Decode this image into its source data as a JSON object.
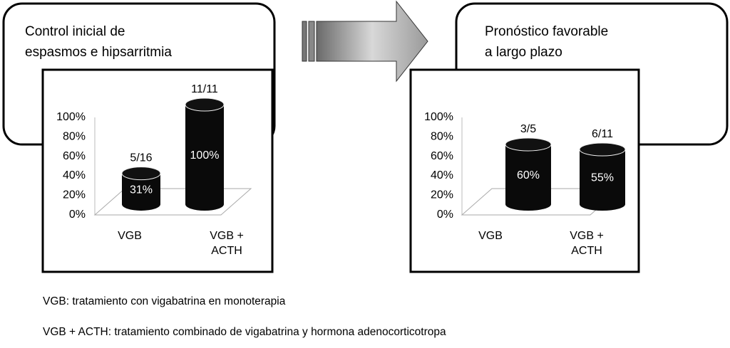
{
  "left_panel": {
    "title_line1": "Control inicial de",
    "title_line2": "espasmos e hipsarritmia"
  },
  "right_panel": {
    "title_line1": "Pronóstico favorable",
    "title_line2": "a largo plazo"
  },
  "arrow_icon": "arrow-right-icon",
  "colors": {
    "bar": "#0a0a0a",
    "frame": "#000000",
    "floor": "#bbbbbb"
  },
  "chart_data": [
    {
      "type": "bar",
      "title": "Control inicial de espasmos e hipsarritmia",
      "categories": [
        "VGB",
        "VGB + ACTH"
      ],
      "category_lines": [
        [
          "VGB"
        ],
        [
          "VGB +",
          "ACTH"
        ]
      ],
      "values": [
        31,
        100
      ],
      "value_labels": [
        "31%",
        "100%"
      ],
      "fraction_labels": [
        "5/16",
        "11/11"
      ],
      "yticks": [
        "0%",
        "20%",
        "40%",
        "60%",
        "80%",
        "100%"
      ],
      "ylim": [
        0,
        100
      ]
    },
    {
      "type": "bar",
      "title": "Pronóstico favorable a largo plazo",
      "categories": [
        "VGB",
        "VGB + ACTH"
      ],
      "category_lines": [
        [
          "VGB"
        ],
        [
          "VGB +",
          "ACTH"
        ]
      ],
      "values": [
        60,
        55
      ],
      "value_labels": [
        "60%",
        "55%"
      ],
      "fraction_labels": [
        "3/5",
        "6/11"
      ],
      "yticks": [
        "0%",
        "20%",
        "40%",
        "60%",
        "80%",
        "100%"
      ],
      "ylim": [
        0,
        100
      ]
    }
  ],
  "legend": {
    "vgb": "VGB: tratamiento con vigabatrina en monoterapia",
    "vgb_acth": "VGB + ACTH: tratamiento combinado de vigabatrina y hormona adenocorticotropa"
  }
}
